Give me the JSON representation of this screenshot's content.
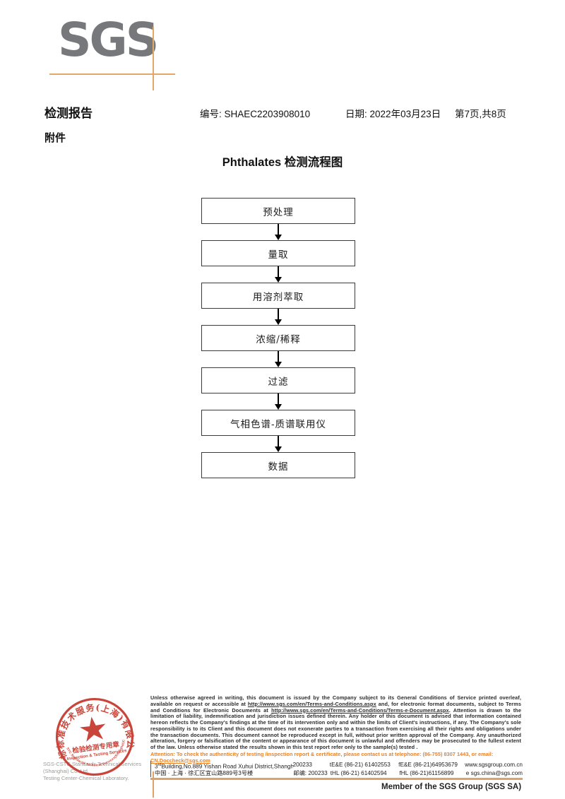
{
  "logo": {
    "text": "SGS"
  },
  "header": {
    "report_title": "检测报告",
    "no_label": "编号:",
    "no_value": "SHAEC2203908010",
    "date_label": "日期:",
    "date_value": "2022年03月23日",
    "page_info": "第7页,共8页",
    "attachment": "附件"
  },
  "flowchart": {
    "title": "Phthalates 检测流程图",
    "steps": [
      "预处理",
      "量取",
      "用溶剂萃取",
      "浓缩/稀释",
      "过滤",
      "气相色谱-质谱联用仪",
      "数据"
    ]
  },
  "stamp": {
    "ring_text_cn": "通标标准技术服务(上海)有限公司",
    "ring_text_en": "SGS-CSTC Standards Technical Services(Shanghai)Co.,Ltd.",
    "seal_line1": "检验检测专用章",
    "seal_line2": "Inspection & Testing Services",
    "company_line1": "SGS-CSTC Standards Technical Services (Shanghai) Co.,Ltd.",
    "company_line2": "Testing Center-Chemical Laboratory."
  },
  "footer": {
    "legal": {
      "p1": "Unless otherwise agreed in writing, this document is issued by the Company subject to its General Conditions of Service printed overleaf, available on request or accessible at ",
      "link1": "http://www.sgs.com/en/Terms-and-Conditions.aspx",
      "p2": " and, for electronic format documents, subject to Terms and Conditions for Electronic Documents at ",
      "link2": "http://www.sgs.com/en/Terms-and-Conditions/Terms-e-Document.aspx",
      "p3": ". Attention is drawn to the limitation of liability, indemnification and jurisdiction issues defined therein. Any holder of this document is advised that information contained hereon reflects the Company's findings at the time of its intervention only and within the limits of Client's instructions, if any. The Company's sole responsibility is to its Client and this document does not exonerate parties to a transaction from exercising all their rights and obligations under the transaction documents. This document cannot be reproduced except in full, without prior written approval of the Company. Any unauthorized alteration, forgery or falsification of the content or appearance of this document is unlawful and offenders may be prosecuted to the fullest extent of the law. Unless otherwise stated the results shown in this test report refer only to the sample(s) tested ."
    },
    "attention": {
      "text": "Attention: To check the authenticity of testing /inspection report & certificate, please contact us at telephone: (86-755) 8307 1443, or email: ",
      "email": "CN.Doccheck@sgs.com"
    },
    "address": {
      "en_prefix": "3",
      "en_sup": "rd",
      "en_rest": "Building,No.889 Yishan Road Xuhui District,Shanghai China",
      "en_post": "200233",
      "tel1": "tE&E (86-21) 61402553",
      "fax1": "fE&E (86-21)64953679",
      "web": "www.sgsgroup.com.cn",
      "cn_street": "中国 · 上海 · 徐汇区宜山路889号3号楼",
      "cn_post": "邮编: 200233",
      "tel2": "tHL (86-21) 61402594",
      "fax2": "fHL (86-21)61156899",
      "email": "e sgs.china@sgs.com"
    },
    "member_line": "Member of the SGS Group (SGS SA)"
  },
  "colors": {
    "accent_tan": "#DBA269",
    "sgs_gray": "#77787B",
    "stamp_red": "#C5372C",
    "attention_orange": "#E8832A"
  }
}
